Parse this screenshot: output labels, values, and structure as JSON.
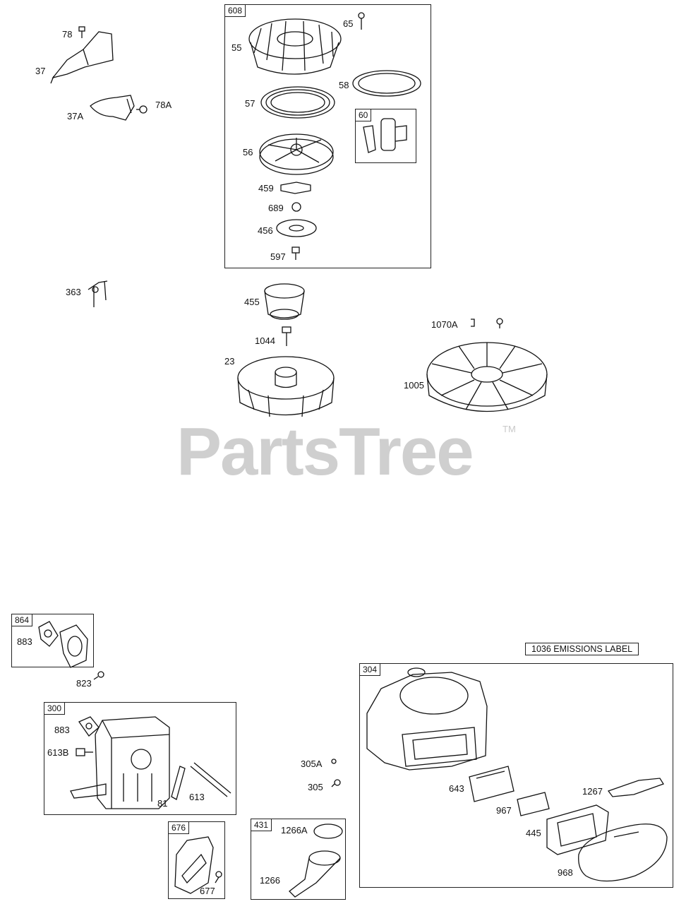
{
  "watermark": {
    "text": "PartsTree",
    "mark": "TM"
  },
  "emissions_label": "1036 EMISSIONS LABEL",
  "box_tags": {
    "b608": "608",
    "b60": "60",
    "b864": "864",
    "b300": "300",
    "b304": "304",
    "b676": "676",
    "b431": "431"
  },
  "labels": {
    "p78": "78",
    "p37": "37",
    "p37A": "37A",
    "p78A": "78A",
    "p65": "65",
    "p55": "55",
    "p58": "58",
    "p57": "57",
    "p56": "56",
    "p459": "459",
    "p689": "689",
    "p456": "456",
    "p597": "597",
    "p363": "363",
    "p455": "455",
    "p1044": "1044",
    "p23": "23",
    "p1070A": "1070A",
    "p1005": "1005",
    "p883a": "883",
    "p823": "823",
    "p883b": "883",
    "p613B": "613B",
    "p81": "81",
    "p613": "613",
    "p677": "677",
    "p305A": "305A",
    "p305": "305",
    "p1266A": "1266A",
    "p1266": "1266",
    "p643": "643",
    "p1267": "1267",
    "p967": "967",
    "p445": "445",
    "p968": "968"
  }
}
